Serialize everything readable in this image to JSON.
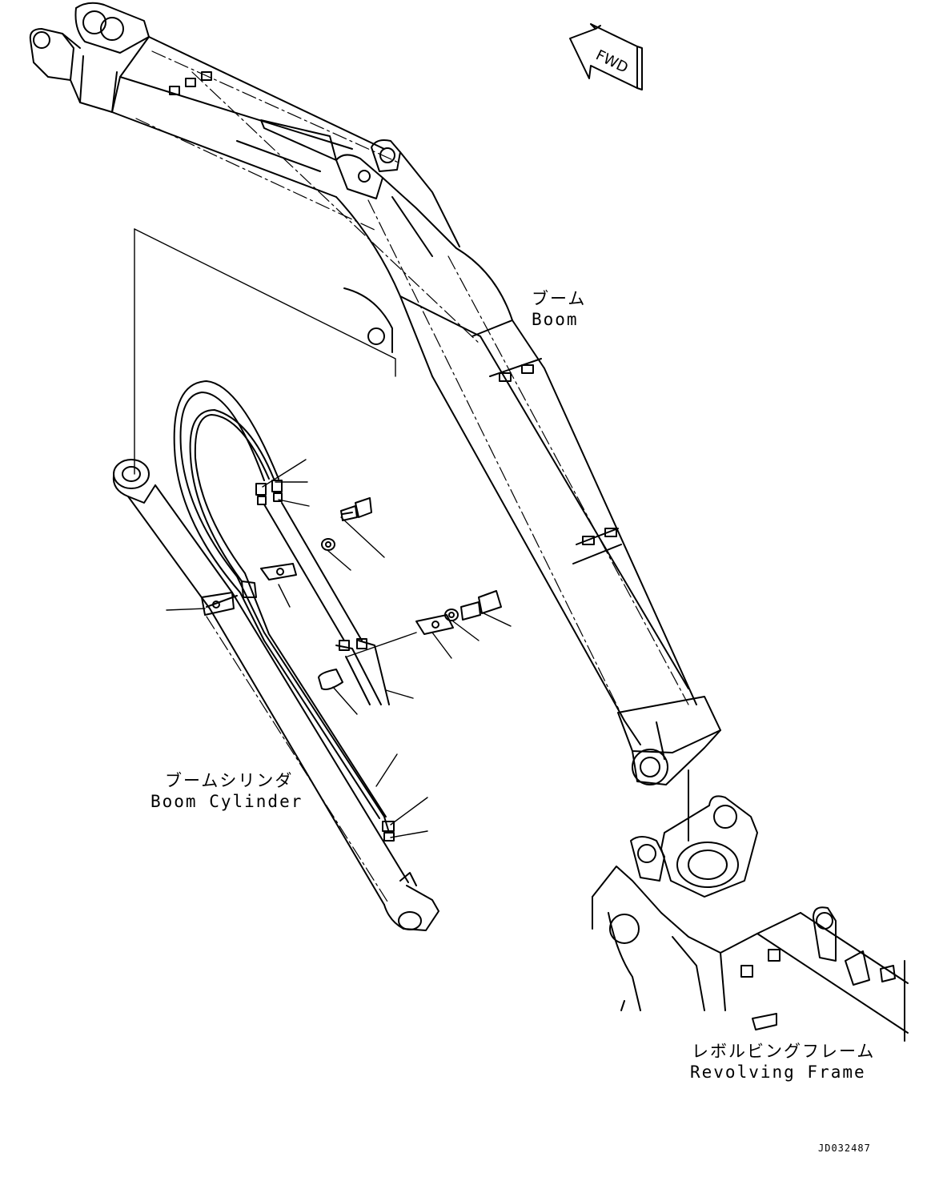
{
  "direction_marker": {
    "text": "FWD"
  },
  "labels": {
    "boom": {
      "jp": "ブーム",
      "en": "Boom"
    },
    "boom_cylinder": {
      "jp": "ブームシリンダ",
      "en": "Boom Cylinder"
    },
    "revolving_frame": {
      "jp": "レボルビングフレーム",
      "en": "Revolving Frame"
    }
  },
  "drawing_id": "JD032487",
  "colors": {
    "line": "#000000",
    "background": "#ffffff"
  }
}
